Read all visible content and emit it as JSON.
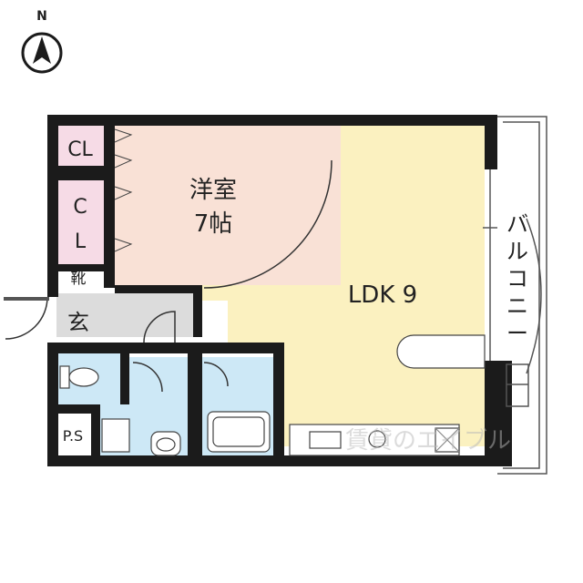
{
  "compass": {
    "north_label": "N"
  },
  "rooms": {
    "closet_1": "CL",
    "closet_2_line1": "C",
    "closet_2_line2": "L",
    "western_room_name": "洋室",
    "western_room_size": "7帖",
    "shoe_box": "靴",
    "entrance": "玄",
    "ldk": "LDK 9",
    "balcony": [
      "バ",
      "ル",
      "コ",
      "ニ",
      "ー"
    ],
    "pipe_space": "P.S"
  },
  "watermark": "賃貸のエイブル",
  "colors": {
    "western_room": "#f9e1d6",
    "ldk": "#fbf1c0",
    "closet": "#f6dbe6",
    "wet_area": "#cde8f6",
    "entrance": "#dcdcdc",
    "wall": "#1b1b1b"
  }
}
